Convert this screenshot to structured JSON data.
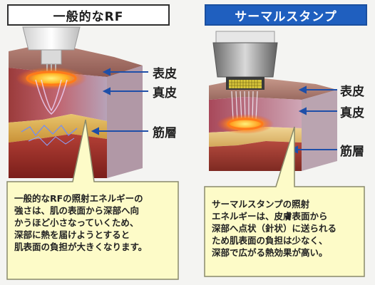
{
  "left_panel": {
    "title": "一般的なRF",
    "labels": {
      "epidermis": "表皮",
      "dermis": "真皮",
      "muscle": "筋層"
    },
    "description": "一般的なRFの照射エネルギーの\n強さは、肌の表面から深部へ向\nかうほど小さなっていくため、\n深部に熱を届けようとすると\n肌表面の負担が大きくなります。"
  },
  "right_panel": {
    "title": "サーマルスタンプ",
    "labels": {
      "epidermis": "表皮",
      "dermis": "真皮",
      "muscle": "筋層"
    },
    "description": "サーマルスタンプの照射\nエネルギーは、皮膚表面から\n深部へ点状（針状）に送られる\nため肌表面の負担は少なく、\n深部で広がる熱効果が高い。"
  },
  "colors": {
    "callout_fill": "#fdfbc8",
    "callout_border": "#8a8a6a",
    "arrow": "#1f4fa8",
    "heat": "#ff7a1a",
    "right_title_bg": "#1f5fbf"
  }
}
